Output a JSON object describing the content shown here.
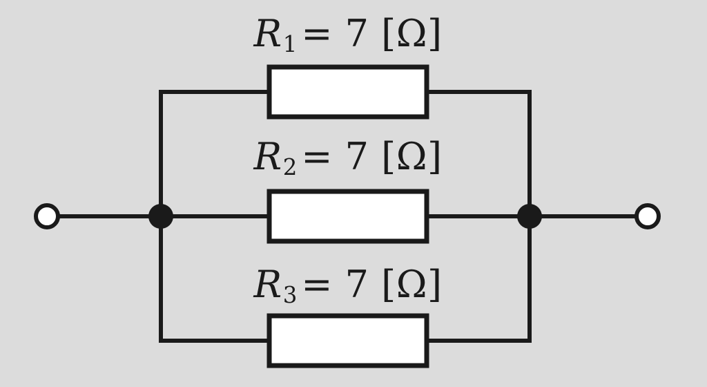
{
  "diagram": {
    "type": "parallel-resistor-circuit",
    "colors": {
      "background": "#dcdcdc",
      "line": "#1a1a1a",
      "resistor_fill": "#ffffff"
    },
    "resistors": [
      {
        "symbol": "R",
        "subscript": "1",
        "formula": "= 7 [Ω]",
        "resistance_ohms": 7,
        "unit": "Ω"
      },
      {
        "symbol": "R",
        "subscript": "2",
        "formula": "= 7 [Ω]",
        "resistance_ohms": 7,
        "unit": "Ω"
      },
      {
        "symbol": "R",
        "subscript": "3",
        "formula": "= 7 [Ω]",
        "resistance_ohms": 7,
        "unit": "Ω"
      }
    ]
  }
}
